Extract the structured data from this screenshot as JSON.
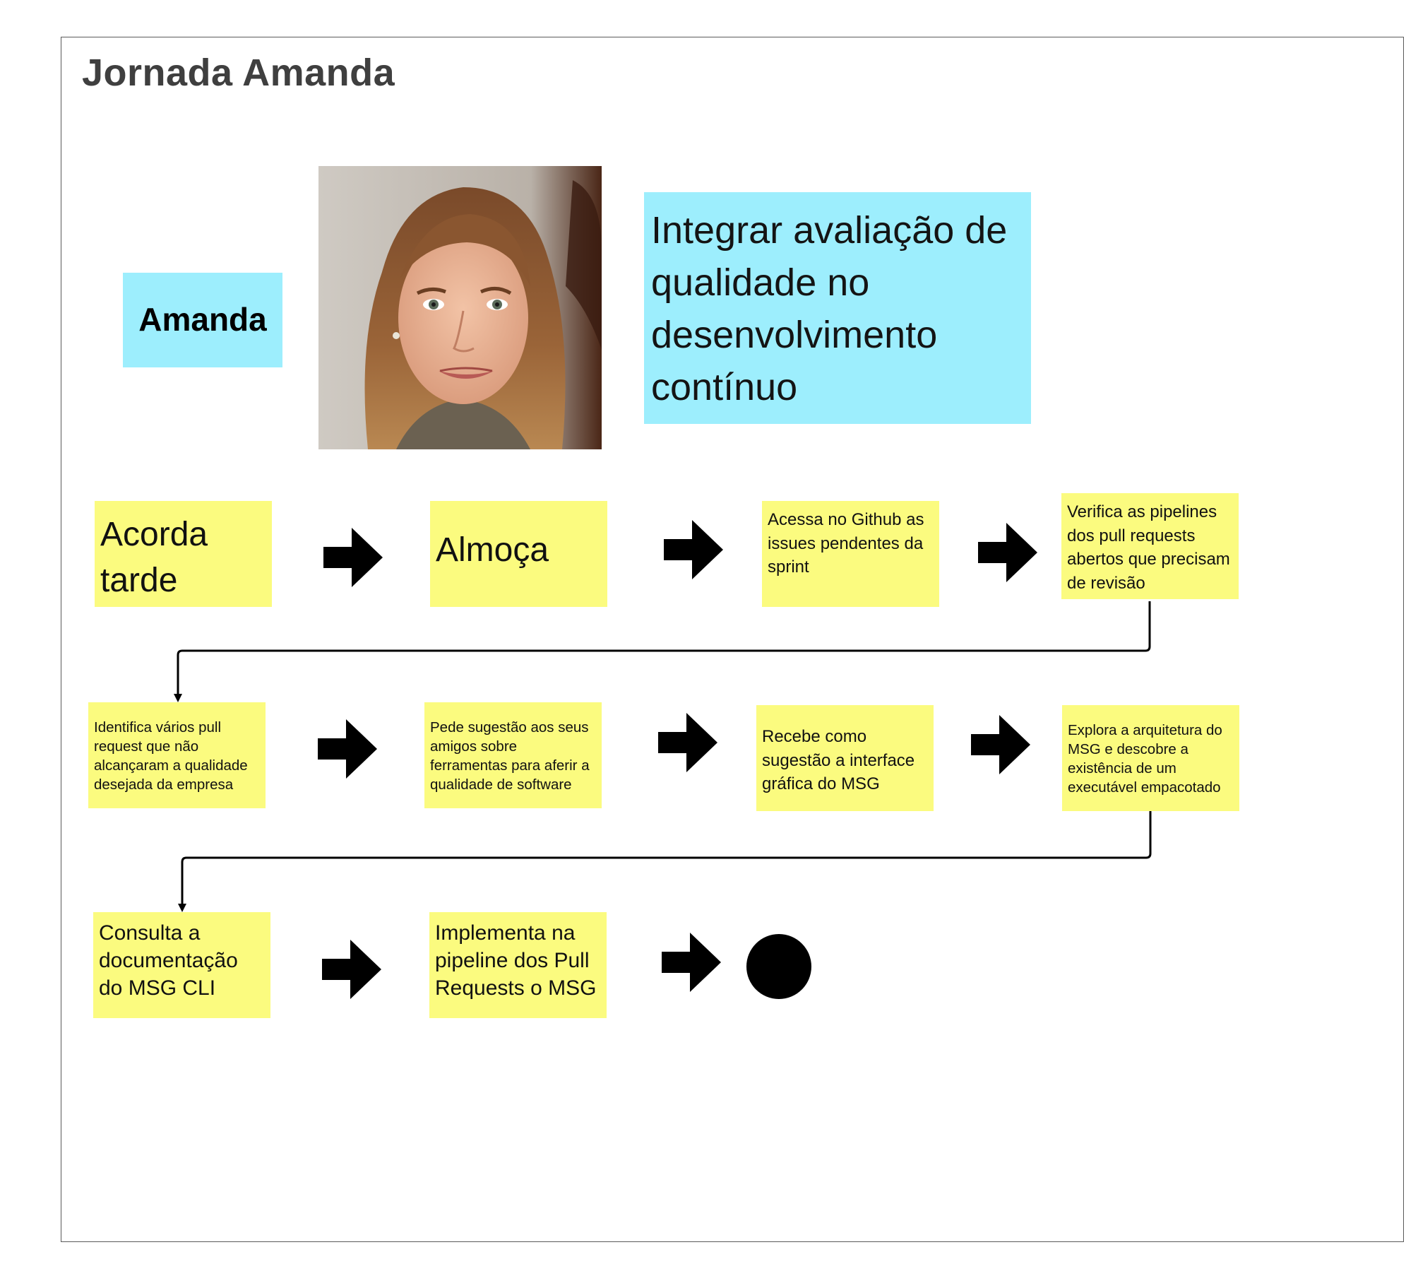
{
  "board": {
    "title": "Jornada Amanda"
  },
  "persona": {
    "name": "Amanda",
    "goal": "Integrar avaliação de qualidade no desenvolvimento contínuo"
  },
  "journey": {
    "row1": [
      "Acorda tarde",
      "Almoça",
      "Acessa no Github as issues pendentes da sprint",
      "Verifica as pipelines dos pull requests abertos que precisam de revisão"
    ],
    "row2": [
      "Identifica vários pull request que não alcançaram a qualidade desejada da empresa",
      "Pede sugestão aos seus amigos sobre ferramentas para aferir a qualidade de software",
      "Recebe como sugestão a interface gráfica do MSG",
      "Explora a arquitetura do MSG e descobre a existência de um executável empacotado"
    ],
    "row3": [
      "Consulta a documentação do MSG CLI",
      "Implementa na pipeline dos Pull Requests o MSG"
    ]
  },
  "colors": {
    "sticky_yellow": "#fbfb7f",
    "sticky_blue": "#9deefd",
    "arrow": "#000000",
    "frame_border": "#5a5a5a"
  },
  "icons": {
    "step_arrow": "right-arrow-icon",
    "end": "end-circle-icon"
  }
}
